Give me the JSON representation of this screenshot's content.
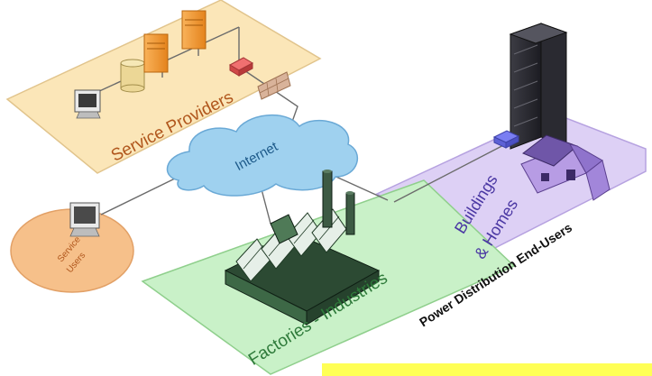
{
  "labels": {
    "service_providers": "Service Providers",
    "internet": "Internet",
    "buildings_line1": "Buildings",
    "buildings_line2": "& Homes",
    "service_users_line1": "Service",
    "service_users_line2": "Users",
    "factories": "Factories - Industries",
    "power_distribution": "Power Distribution End-Users"
  },
  "colors": {
    "service_providers_zone": "#fbe6b8",
    "buildings_zone": "#ddd0f5",
    "factories_zone": "#c9f1c8",
    "service_users_zone": "#f6c08a",
    "internet_cloud": "#9fd1ef",
    "highlight_bar": "#ffff55"
  },
  "icons": {
    "servers": "server-tower-icon",
    "storage": "database-icon",
    "terminal": "monitor-icon",
    "router": "router-icon",
    "firewall": "firewall-icon",
    "skyscraper": "skyscraper-icon",
    "house": "house-icon",
    "factory": "factory-icon"
  }
}
